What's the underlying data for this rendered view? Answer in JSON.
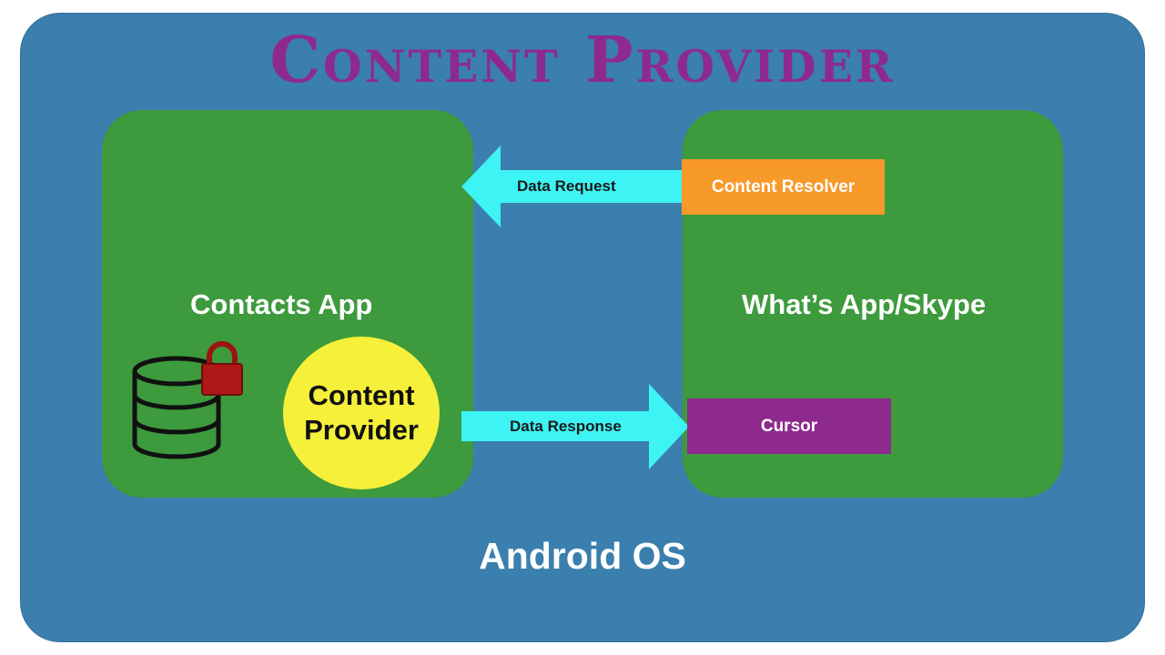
{
  "title": "Content Provider",
  "os_label": "Android OS",
  "contacts_app": {
    "label": "Contacts App",
    "provider_label": "Content\nProvider"
  },
  "client_app": {
    "label": "What’s App/Skype",
    "resolver_label": "Content Resolver",
    "cursor_label": "Cursor"
  },
  "arrows": {
    "request_label": "Data Request",
    "response_label": "Data Response"
  },
  "icons": {
    "database": "database-icon",
    "lock": "lock-icon"
  },
  "colors": {
    "os_background": "#3a7fae",
    "app_box": "#3d9a3d",
    "title": "#8e2a8e",
    "provider_circle": "#f6f03a",
    "resolver": "#f79a2a",
    "cursor": "#8e2a8e",
    "arrow": "#3ef3f3",
    "lock": "#b01818"
  }
}
